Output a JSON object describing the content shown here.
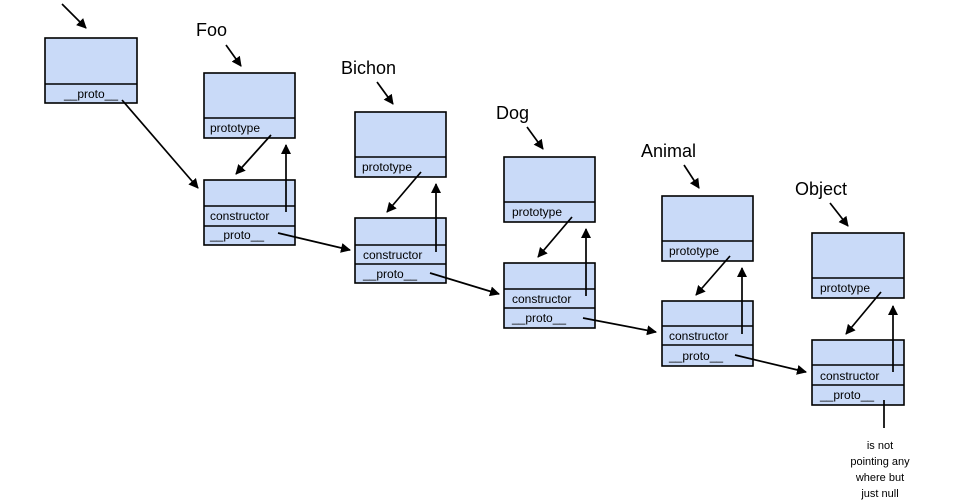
{
  "diagram": {
    "instance": {
      "proto_label": "__proto__"
    },
    "objects": [
      {
        "name": "Foo",
        "prototype_label": "prototype",
        "constructor_label": "constructor",
        "proto_label": "__proto__"
      },
      {
        "name": "Bichon",
        "prototype_label": "prototype",
        "constructor_label": "constructor",
        "proto_label": "__proto__"
      },
      {
        "name": "Dog",
        "prototype_label": "prototype",
        "constructor_label": "constructor",
        "proto_label": "__proto__"
      },
      {
        "name": "Animal",
        "prototype_label": "prototype",
        "constructor_label": "constructor",
        "proto_label": "__proto__"
      },
      {
        "name": "Object",
        "prototype_label": "prototype",
        "constructor_label": "constructor",
        "proto_label": "__proto__"
      }
    ],
    "note_lines": [
      "is not",
      "pointing any",
      "where but",
      "just null"
    ]
  }
}
